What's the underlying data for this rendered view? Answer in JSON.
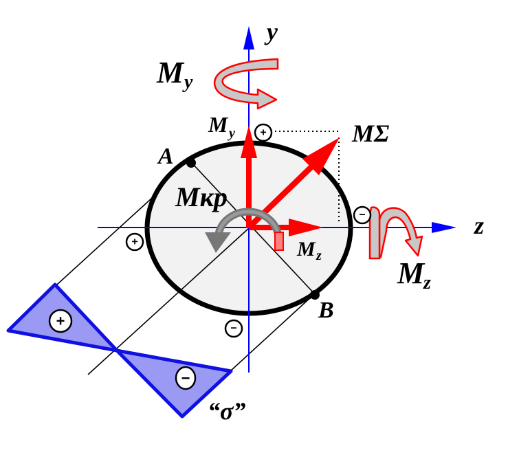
{
  "labels": {
    "axis_y": "y",
    "axis_z": "z",
    "moment_y_main": "M",
    "moment_y_main_sub": "y",
    "moment_y_vec": "M",
    "moment_y_vec_sub": "y",
    "moment_sum": "MΣ",
    "moment_z_vec": "M",
    "moment_z_vec_sub": "z",
    "moment_z_main": "M",
    "moment_z_main_sub": "z",
    "torque": "Mкр",
    "point_a": "A",
    "point_b": "B",
    "stress": "“σ”"
  },
  "signs": {
    "top": "+",
    "left": "+",
    "right": "−",
    "bottom": "−",
    "diagram_plus": "+",
    "diagram_minus": "−"
  },
  "colors": {
    "axis": "#0000ff",
    "vector": "#ff0000",
    "section_fill": "#f2f2f2",
    "diagram_fill": "#9a9af5",
    "diagram_stroke": "#1010e0",
    "arc_fill": "#c8c8c8",
    "torque_arc": "#707070"
  }
}
